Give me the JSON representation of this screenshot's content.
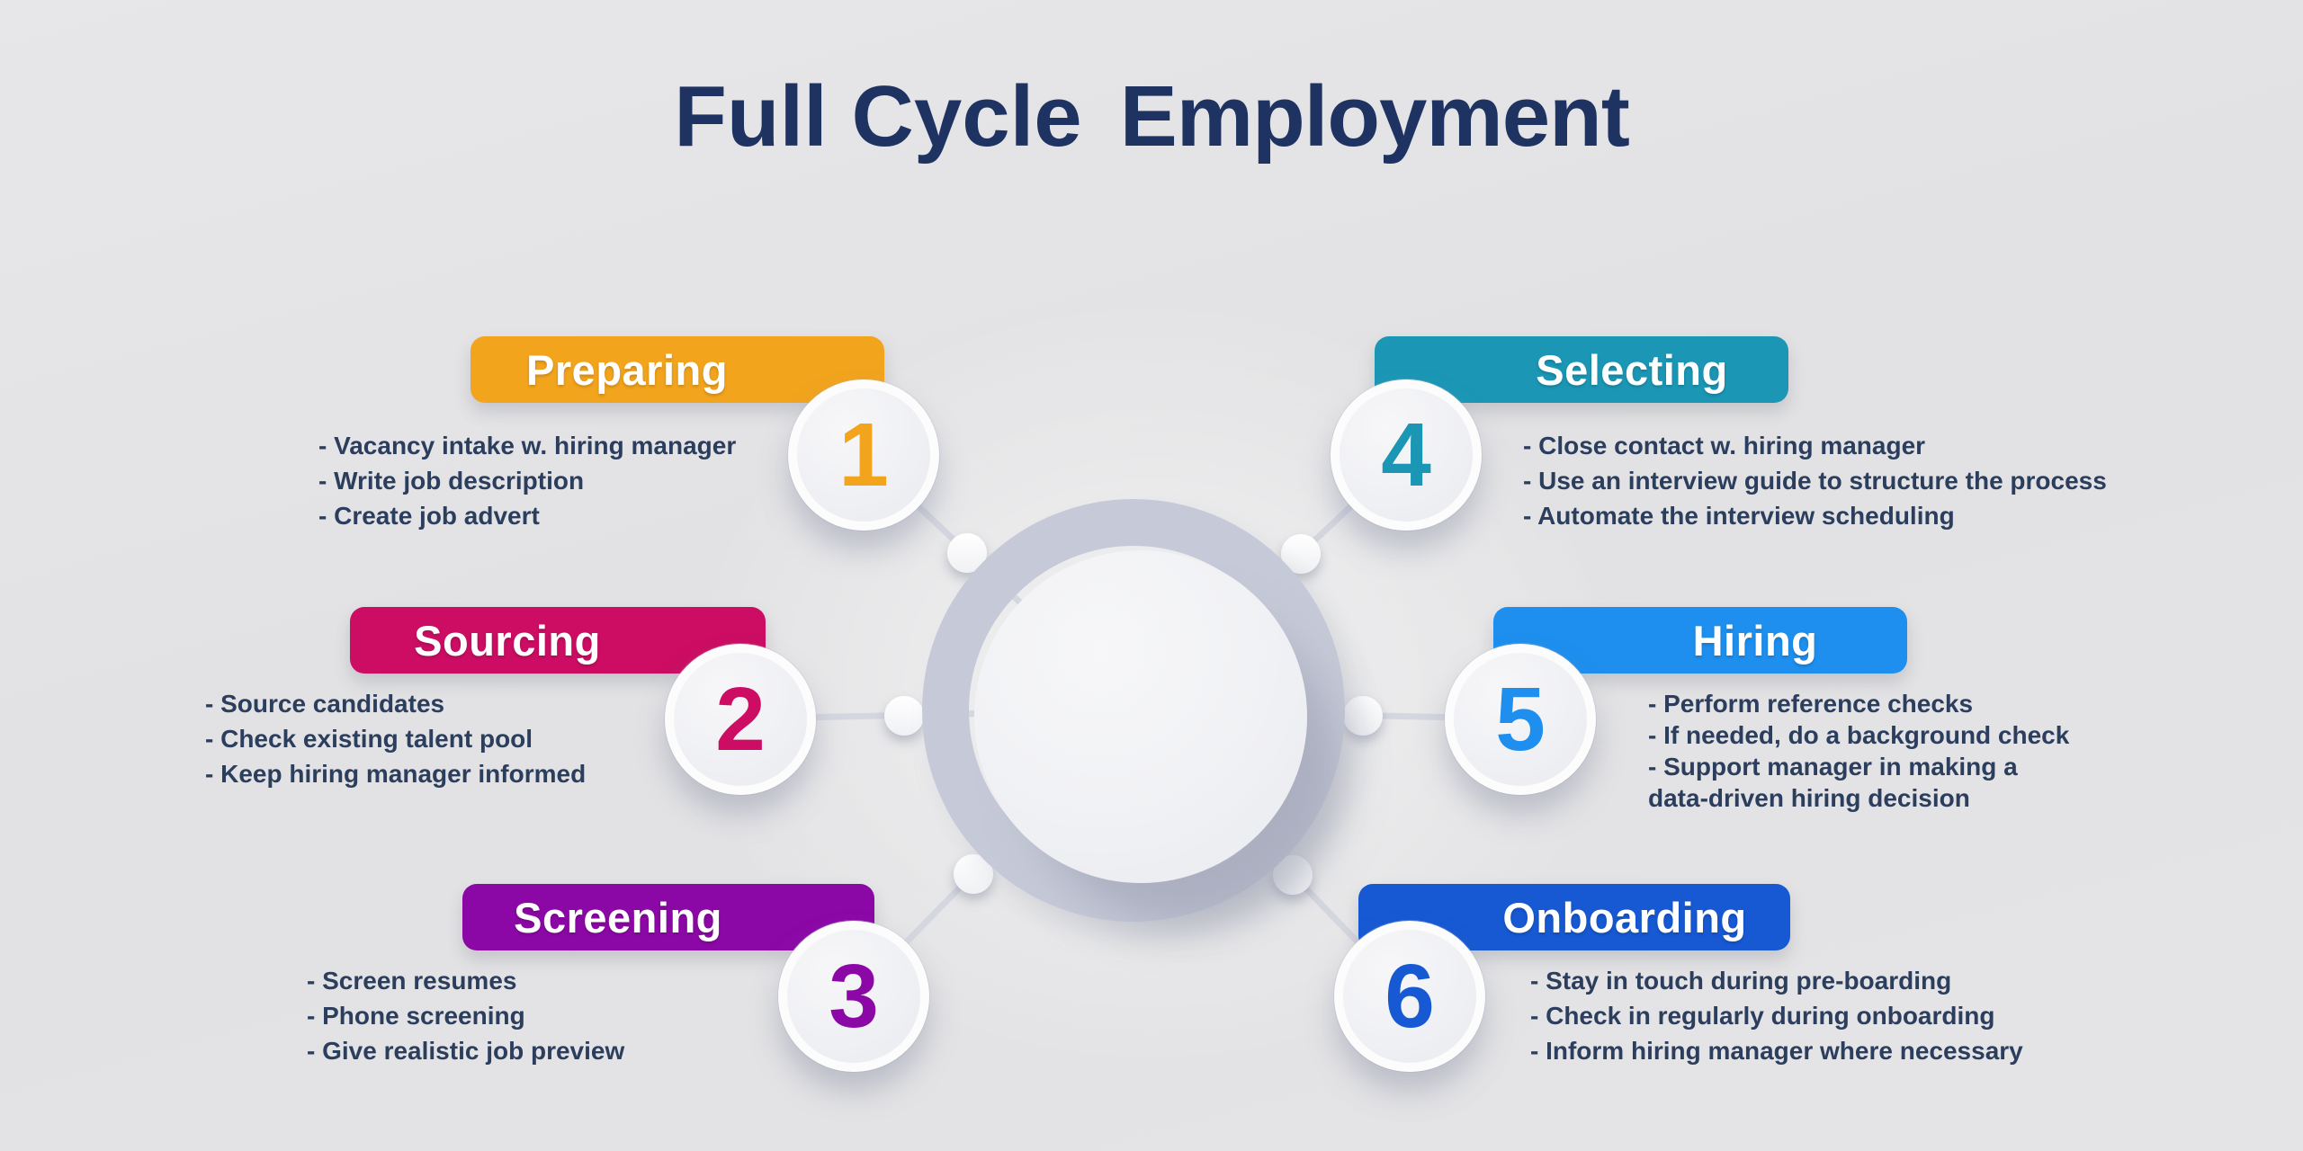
{
  "title": {
    "part1": "Full Cycle",
    "part2": "Employment",
    "color": "#1e3361"
  },
  "colors": {
    "background": "#e3e3e5",
    "body_text": "#2c3e5d",
    "hub_ring": "#c6cad8",
    "hub_disk": "#f0f1f4",
    "connector": "#d5d7e0"
  },
  "stages": [
    {
      "number": "1",
      "label": "Preparing",
      "color": "#F2A41D",
      "bullets": [
        "- Vacancy intake w. hiring manager",
        "- Write job description",
        "- Create job advert"
      ]
    },
    {
      "number": "2",
      "label": "Sourcing",
      "color": "#CC0D63",
      "bullets": [
        "- Source candidates",
        "- Check existing talent pool",
        "- Keep hiring manager informed"
      ]
    },
    {
      "number": "3",
      "label": "Screening",
      "color": "#8C08A6",
      "bullets": [
        "- Screen resumes",
        "- Phone screening",
        "- Give realistic job preview"
      ]
    },
    {
      "number": "4",
      "label": "Selecting",
      "color": "#1B97B5",
      "bullets": [
        "- Close contact w. hiring manager",
        "- Use an interview guide to structure the process",
        "- Automate the interview scheduling"
      ]
    },
    {
      "number": "5",
      "label": "Hiring",
      "color": "#1E8FEE",
      "bullets": [
        "- Perform reference checks",
        "- If needed, do a background check",
        "- Support manager in making a",
        "data-driven hiring decision"
      ]
    },
    {
      "number": "6",
      "label": "Onboarding",
      "color": "#1659D3",
      "bullets": [
        "- Stay in touch during pre-boarding",
        "- Check in regularly during onboarding",
        "- Inform hiring manager where necessary"
      ]
    }
  ]
}
